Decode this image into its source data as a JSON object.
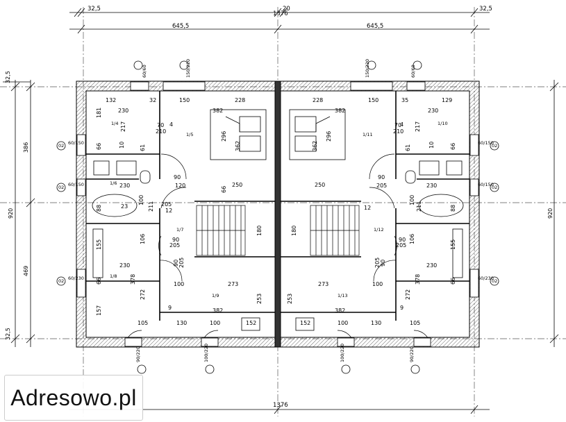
{
  "dimensions": {
    "top_overall": "1376",
    "bottom_overall": "1376",
    "top_left_offset": "32,5",
    "top_right_offset": "32,5",
    "top_mid": "20",
    "left_half": "645,5",
    "right_half": "645,5",
    "left_top": "32,5",
    "left_upper": "386",
    "left_total": "920",
    "left_lower": "469",
    "left_bottom": "32,5",
    "right_total": "920"
  },
  "interior": {
    "left": [
      "132",
      "32",
      "150",
      "228",
      "230",
      "382",
      "217",
      "70",
      "210",
      "4",
      "296",
      "362",
      "181",
      "61",
      "66",
      "10",
      "230",
      "250",
      "120",
      "90",
      "205",
      "66",
      "12",
      "100",
      "211",
      "88",
      "23",
      "180",
      "106",
      "155",
      "205",
      "90",
      "230",
      "378",
      "66",
      "100",
      "273",
      "272",
      "253",
      "382",
      "157",
      "105",
      "130",
      "100",
      "152",
      "9",
      "205",
      "90"
    ],
    "right": [
      "228",
      "150",
      "35",
      "129",
      "382",
      "230",
      "217",
      "70",
      "210",
      "4",
      "296",
      "362",
      "61",
      "66",
      "10",
      "230",
      "250",
      "205",
      "90",
      "12",
      "100",
      "211",
      "88",
      "180",
      "106",
      "155",
      "90",
      "205",
      "230",
      "378",
      "66",
      "100",
      "273",
      "272",
      "253",
      "382",
      "9",
      "105",
      "130",
      "100",
      "152",
      "205",
      "90"
    ]
  },
  "labels": {
    "room_codes": [
      "1/4",
      "1/5",
      "1/6",
      "1/7",
      "1/8",
      "1/9",
      "1/10",
      "1/11",
      "1/12",
      "1/13"
    ],
    "window_tags": [
      "60/150",
      "60/150",
      "60/230",
      "60/150",
      "60/150",
      "60/230"
    ],
    "door_tags": [
      "90/220",
      "100/220",
      "100/220",
      "90/220"
    ],
    "top_tags": [
      "60/60",
      "150/220",
      "150/220",
      "60/60"
    ],
    "circle": "02"
  },
  "watermark": "Adresowo.pl"
}
